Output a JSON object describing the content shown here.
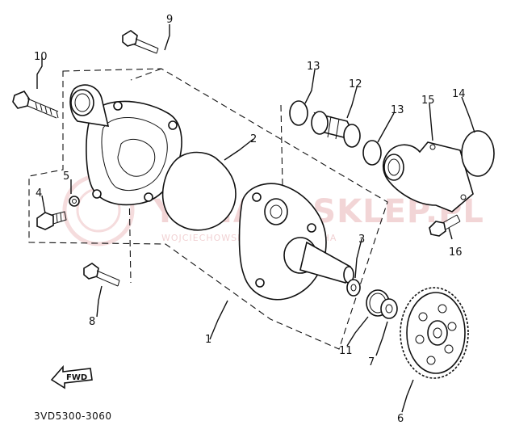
{
  "diagram": {
    "watermark": {
      "main": "YAMAHASKLEP.PL",
      "sub": "WOJCIECHOWSKI DEALER YAMAHA"
    },
    "catalog_code": "3VD5300-3060",
    "fwd_label": "FWD",
    "callouts": {
      "c1": "1",
      "c2": "2",
      "c3": "3",
      "c4": "4",
      "c5": "5",
      "c6": "6",
      "c7": "7",
      "c8": "8",
      "c9": "9",
      "c10": "10",
      "c11": "11",
      "c12": "12",
      "c13a": "13",
      "c13b": "13",
      "c14": "14",
      "c15": "15",
      "c16": "16"
    }
  }
}
